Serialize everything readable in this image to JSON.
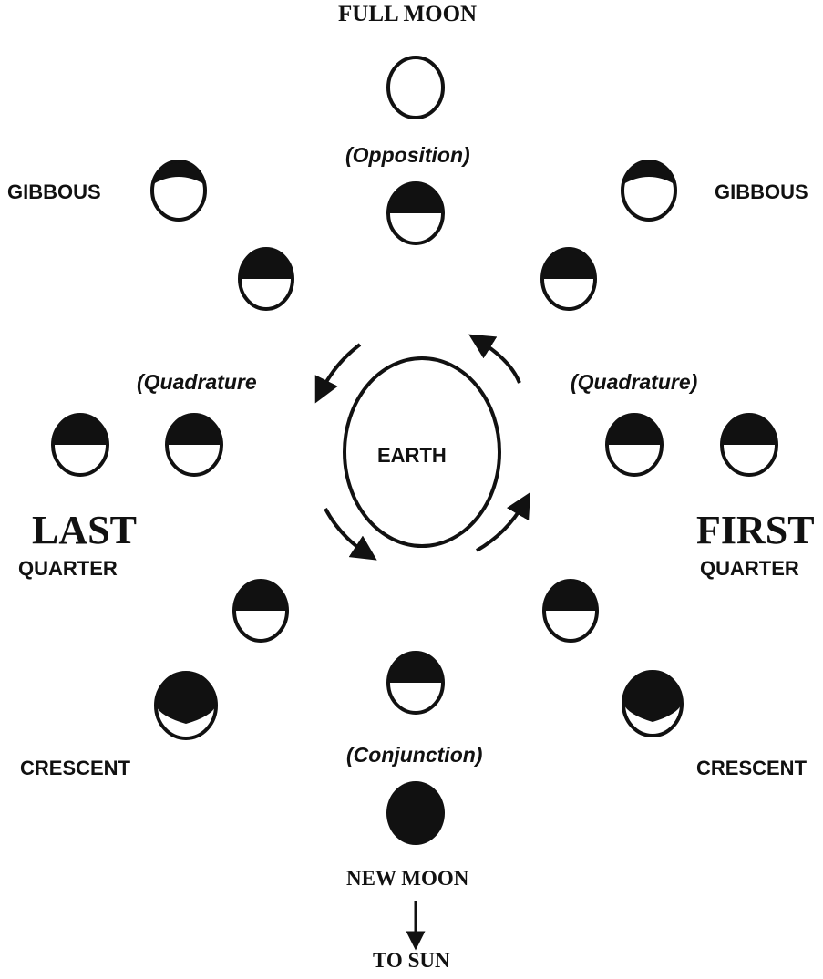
{
  "labels": {
    "full_moon": "FULL MOON",
    "opposition": "(Opposition)",
    "gibbous_left": "GIBBOUS",
    "gibbous_right": "GIBBOUS",
    "quadrature_left": "(Quadrature",
    "quadrature_right": "(Quadrature)",
    "earth": "EARTH",
    "last": "LAST",
    "last_quarter": "QUARTER",
    "first": "FIRST",
    "first_quarter": "QUARTER",
    "crescent_left": "CRESCENT",
    "crescent_right": "CRESCENT",
    "conjunction": "(Conjunction)",
    "new_moon": "NEW MOON",
    "to_sun": "TO SUN"
  },
  "colors": {
    "ink": "#111111",
    "background": "#ffffff"
  }
}
